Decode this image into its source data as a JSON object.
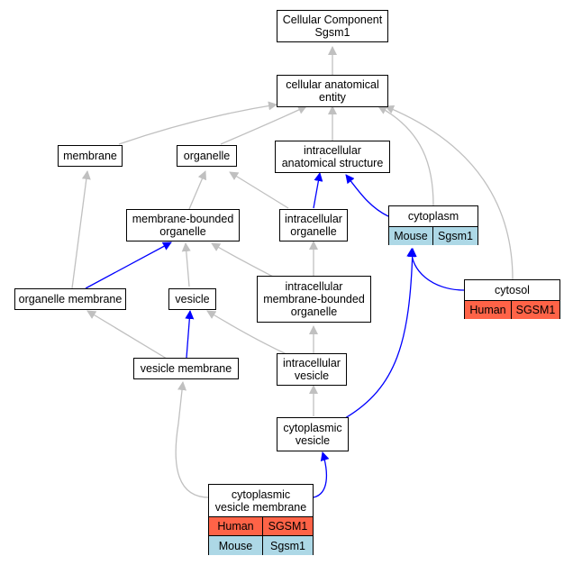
{
  "colors": {
    "gray_edge": "#c0c0c0",
    "blue_edge": "#0000ff",
    "human_row": "#ff6347",
    "mouse_row": "#add8e6"
  },
  "nodes": {
    "root": {
      "line1": "Cellular Component",
      "line2": "Sgsm1"
    },
    "cellular_anatomical_entity": {
      "line1": "cellular anatomical",
      "line2": "entity"
    },
    "membrane": {
      "label": "membrane"
    },
    "organelle": {
      "label": "organelle"
    },
    "intracellular_anatomical_structure": {
      "line1": "intracellular",
      "line2": "anatomical structure"
    },
    "membrane_bounded_organelle": {
      "line1": "membrane-bounded",
      "line2": "organelle"
    },
    "intracellular_organelle": {
      "line1": "intracellular",
      "line2": "organelle"
    },
    "cytoplasm": {
      "label": "cytoplasm",
      "species": "Mouse",
      "gene": "Sgsm1"
    },
    "organelle_membrane": {
      "label": "organelle membrane"
    },
    "vesicle": {
      "label": "vesicle"
    },
    "intracellular_membrane_bounded_organelle": {
      "line1": "intracellular",
      "line2": "membrane-bounded",
      "line3": "organelle"
    },
    "cytosol": {
      "label": "cytosol",
      "species": "Human",
      "gene": "SGSM1"
    },
    "vesicle_membrane": {
      "label": "vesicle membrane"
    },
    "intracellular_vesicle": {
      "line1": "intracellular",
      "line2": "vesicle"
    },
    "cytoplasmic_vesicle": {
      "line1": "cytoplasmic",
      "line2": "vesicle"
    },
    "cytoplasmic_vesicle_membrane": {
      "line1": "cytoplasmic",
      "line2": "vesicle membrane",
      "rows": [
        {
          "species": "Human",
          "gene": "SGSM1"
        },
        {
          "species": "Mouse",
          "gene": "Sgsm1"
        }
      ]
    }
  }
}
